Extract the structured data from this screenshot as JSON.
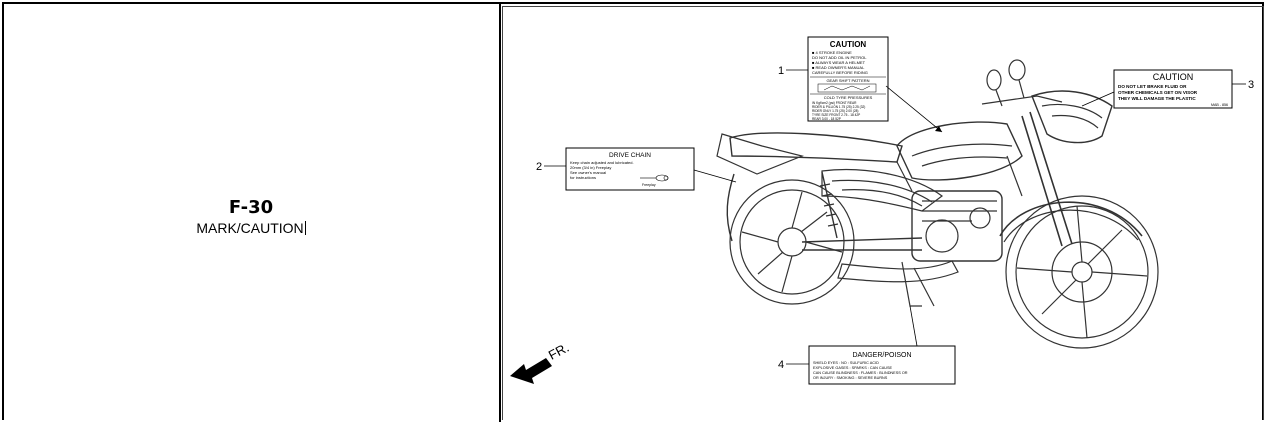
{
  "part": {
    "code": "F-30",
    "name": "MARK/CAUTION"
  },
  "labels": {
    "caution_1": {
      "callout": "1",
      "title": "CAUTION",
      "lines": [
        "■ 4 STROKE ENGINE",
        "  DO NOT ADD OIL IN PETROL",
        "■ ALWAYS WEAR A HELMET",
        "■ READ OWNER'S MANUAL",
        "  CAREFULLY BEFORE RIDING"
      ],
      "gear_heading": "GEAR SHIFT PATTERN",
      "tyre_heading": "COLD TYRE PRESSURES",
      "tyre_header": "IN Kgf/cm2 (psi)  FRONT   REAR",
      "tyre_rows": [
        "RIDER & PILLION 1.75 (25)  2.25 (32)",
        "RIDER ONLY      1.75 (25)  2.00 (28)",
        "TYRE SIZE  FRONT 2.75 - 18 42P",
        "           REAR  3.00 - 18 52P"
      ]
    },
    "drive_chain": {
      "callout": "2",
      "title": "DRIVE CHAIN",
      "lines": [
        "Keep chain adjusted and lubricated.",
        "20mm (3/4 in) Freeplay",
        "See owner's manual",
        "for instructions"
      ],
      "freeplay": "Freeplay"
    },
    "caution_3": {
      "callout": "3",
      "title": "CAUTION",
      "lines": [
        "DO NOT LET BRAKE FLUID OR",
        "OTHER CHEMICALS GET ON VISOR",
        "THEY WILL DAMAGE THE PLASTIC"
      ],
      "part_no": "MAB - 856"
    },
    "danger": {
      "callout": "4",
      "title": "DANGER/POISON",
      "lines": [
        "SHIELD EYES             : NO  : SULFURIC ACID",
        "EXPLOSIVE GASES         : SPARKS : CAN CAUSE",
        "CAN CAUSE BLINDNESS     : FLAMES : BLINDNESS OR",
        "OR INJURY               : SMOKING : SEVERE BURNS"
      ]
    }
  },
  "direction": {
    "label": "FR."
  },
  "colors": {
    "ink": "#000000",
    "line": "#333333",
    "background": "#ffffff"
  }
}
